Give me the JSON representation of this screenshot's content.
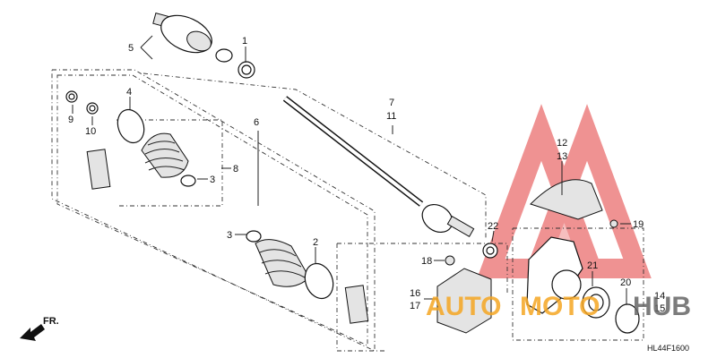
{
  "callouts": [
    {
      "id": "c1",
      "text": "1"
    },
    {
      "id": "c2",
      "text": "2"
    },
    {
      "id": "c3a",
      "text": "3"
    },
    {
      "id": "c3b",
      "text": "3"
    },
    {
      "id": "c4",
      "text": "4"
    },
    {
      "id": "c5",
      "text": "5"
    },
    {
      "id": "c6",
      "text": "6"
    },
    {
      "id": "c7",
      "text": "7"
    },
    {
      "id": "c8",
      "text": "8"
    },
    {
      "id": "c9",
      "text": "9"
    },
    {
      "id": "c10",
      "text": "10"
    },
    {
      "id": "c11",
      "text": "11"
    },
    {
      "id": "c12",
      "text": "12"
    },
    {
      "id": "c13",
      "text": "13"
    },
    {
      "id": "c14",
      "text": "14"
    },
    {
      "id": "c15",
      "text": "15"
    },
    {
      "id": "c16",
      "text": "16"
    },
    {
      "id": "c17",
      "text": "17"
    },
    {
      "id": "c18",
      "text": "18"
    },
    {
      "id": "c19",
      "text": "19"
    },
    {
      "id": "c20",
      "text": "20"
    },
    {
      "id": "c21",
      "text": "21"
    },
    {
      "id": "c22",
      "text": "22"
    }
  ],
  "front_indicator": "FR.",
  "diagram_code": "HL44F1600",
  "watermark": {
    "text_left": "AUTO",
    "text_middle": "MOTO",
    "text_right": "HUB",
    "orange": "#f5a623",
    "gray": "#666666",
    "red": "#e23a3a"
  }
}
